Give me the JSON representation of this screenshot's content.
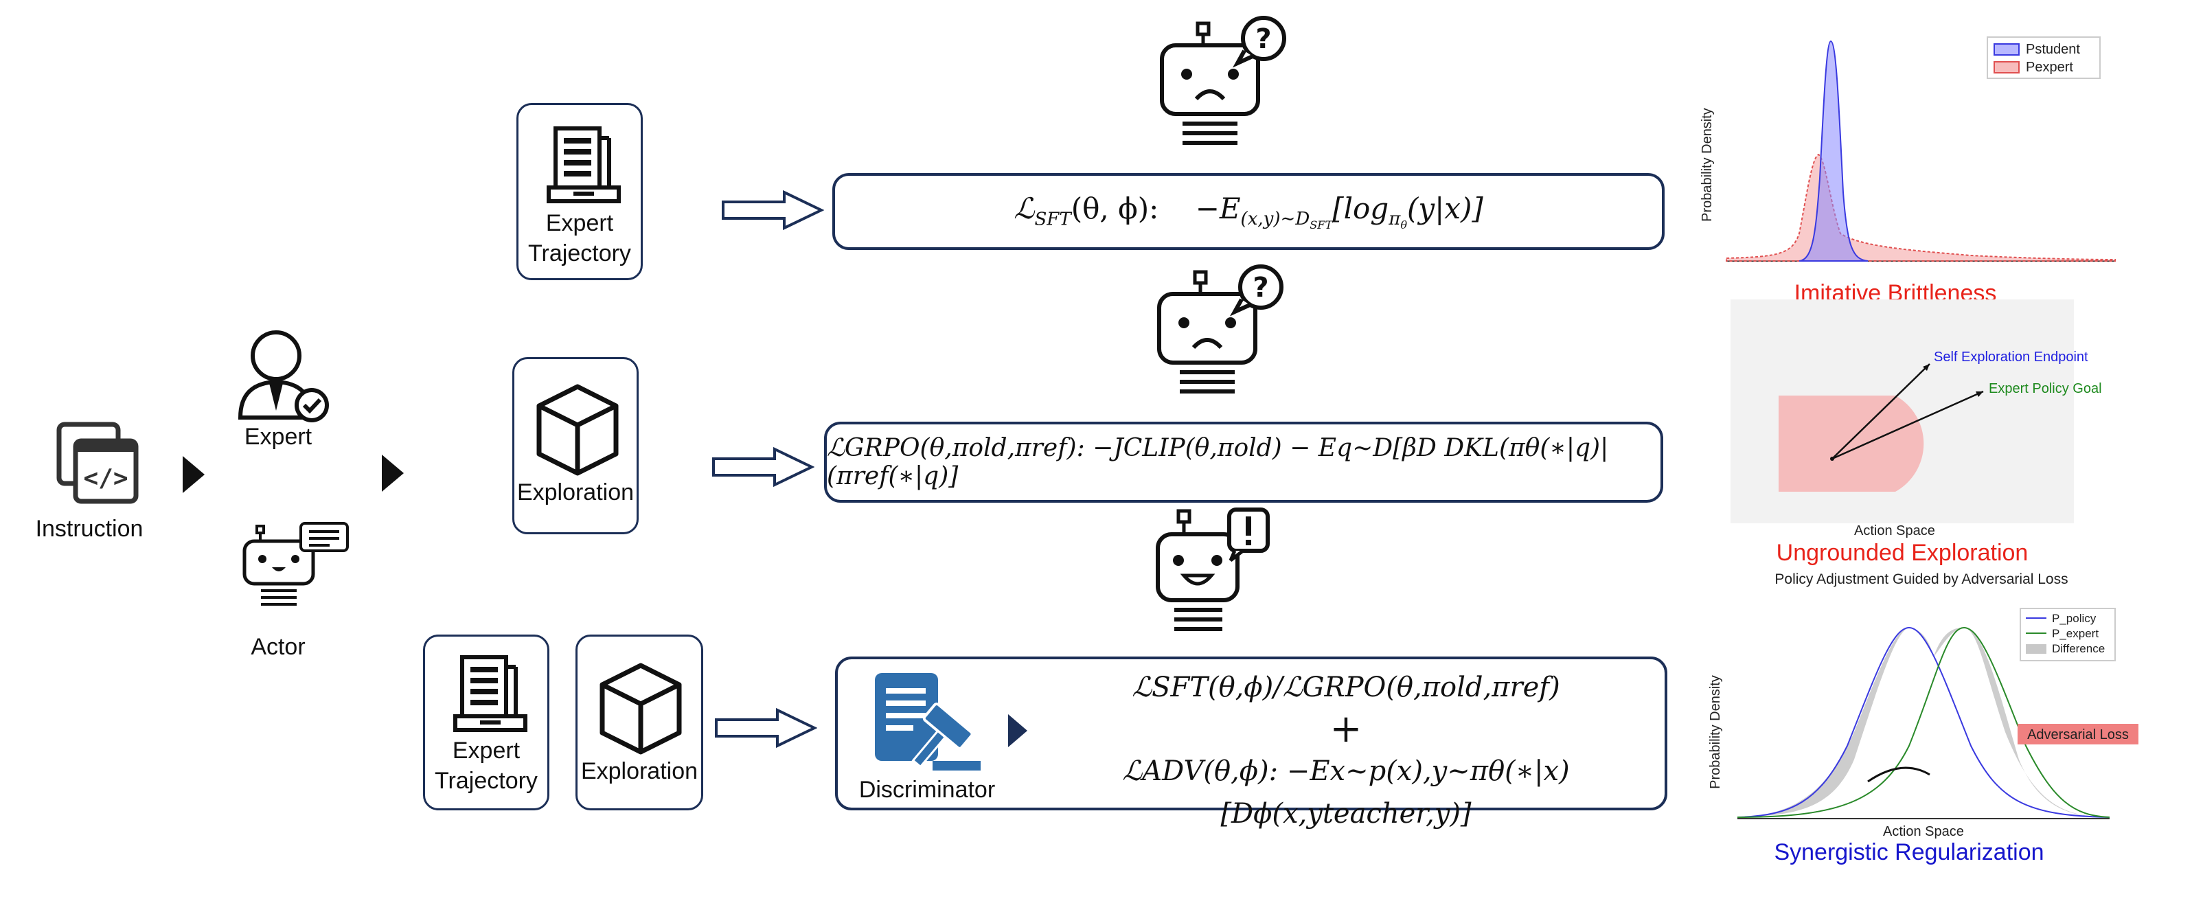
{
  "left": {
    "instruction_label": "Instruction",
    "expert_label": "Expert",
    "actor_label": "Actor"
  },
  "row1": {
    "card_label_line1": "Expert",
    "card_label_line2": "Trajectory",
    "formula_name": "ℒ",
    "formula_sub": "SFT",
    "formula_args": "(θ, ϕ):",
    "formula_body_pre": "−E",
    "formula_body_sub": "(x,y)∼D",
    "formula_body_subsub": "SFT",
    "formula_body_post": "[log",
    "formula_pi_sub": "π",
    "formula_theta": "θ",
    "formula_end": "(y|x)]"
  },
  "row2": {
    "card_label": "Exploration",
    "formula_text": "ℒGRPO(θ,πold,πref):  −JCLIP(θ,πold) − Eq∼D[βD DKL(πθ(∗|q)|(πref(∗|q)]"
  },
  "row3": {
    "card1_line1": "Expert",
    "card1_line2": "Trajectory",
    "card2_label": "Exploration",
    "discriminator_label": "Discriminator",
    "formula_top": "ℒSFT(θ,ϕ)/ℒGRPO(θ,πold,πref)",
    "formula_plus": "+",
    "formula_bottom": "ℒADV(θ,ϕ):  −Ex∼p(x),y∼πθ(∗|x)[Dϕ(x,yteacher,y)]"
  },
  "chart1": {
    "ylabel": "Probability Density",
    "legend": [
      "Pstudent",
      "Pexpert"
    ],
    "title": "Imitative Brittleness",
    "colors": {
      "student": "#6b6bff",
      "expert": "#f08080"
    }
  },
  "chart2": {
    "xlabel": "Action Space",
    "labels": [
      "Self Exploration Endpoint",
      "Expert Policy Goal"
    ],
    "title": "Ungrounded Exploration",
    "colors": {
      "self": "#1f1fe0",
      "expert": "#1e8a1e"
    }
  },
  "chart3": {
    "title": "Policy Adjustment Guided by Adversarial Loss",
    "ylabel": "Probability Density",
    "xlabel": "Action Space",
    "legend": [
      "P_policy",
      "P_expert",
      "Difference"
    ],
    "annotation": "Adversarial Loss",
    "footer": "Synergistic Regularization",
    "colors": {
      "policy": "#3a3ae0",
      "expert": "#2a8a2a",
      "difference": "#c8c8c8",
      "annotation_bg": "#f08080"
    }
  }
}
